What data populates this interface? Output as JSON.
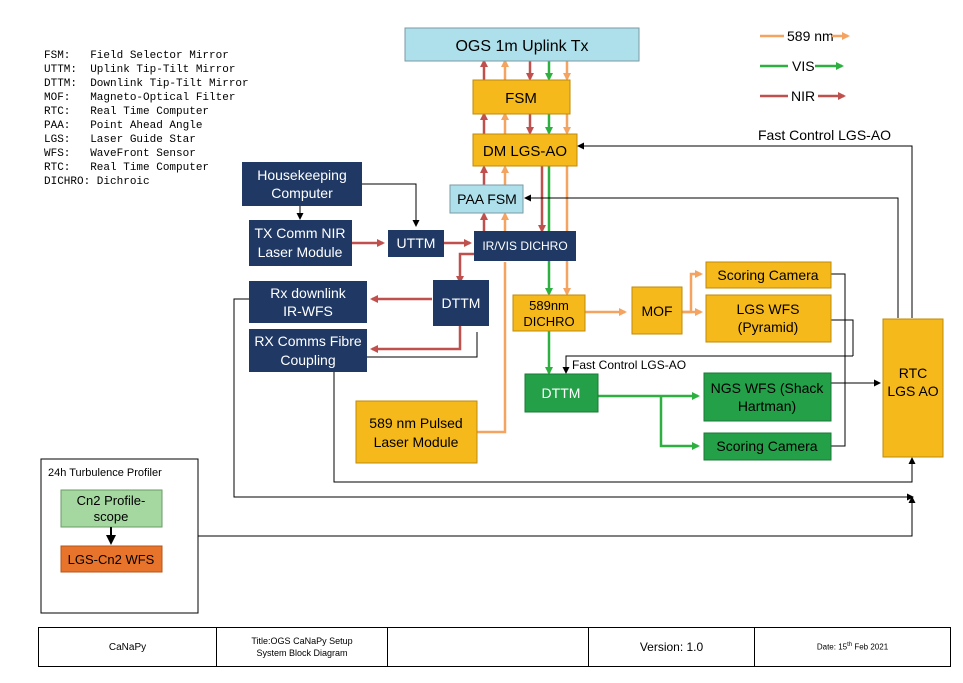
{
  "colors": {
    "orange_line": "#F4A460",
    "green_line": "#2DB040",
    "red_line": "#C0504D",
    "yellow_box": "#F5B91B",
    "navy_box": "#1F3864",
    "lightblue_box": "#AEE0EB",
    "green_box": "#24A049",
    "light_green_box": "#A4D8A0",
    "orange_box": "#E8732A"
  },
  "abbreviations": [
    "FSM:   Field Selector Mirror",
    "UTTM:  Uplink Tip-Tilt Mirror",
    "DTTM:  Downlink Tip-Tilt Mirror",
    "MOF:   Magneto-Optical Filter",
    "RTC:   Real Time Computer",
    "PAA:   Point Ahead Angle",
    "LGS:   Laser Guide Star",
    "WFS:   WaveFront Sensor",
    "RTC:   Real Time Computer",
    "DICHRO: Dichroic"
  ],
  "legend": {
    "l589": "589 nm",
    "vis": "VIS",
    "nir": "NIR"
  },
  "boxes": {
    "ogs": "OGS 1m  Uplink Tx",
    "fsm": "FSM",
    "dm": "DM LGS-AO",
    "paa": "PAA FSM",
    "housekeeping": [
      "Housekeeping",
      "Computer"
    ],
    "txcomm": [
      "TX Comm NIR",
      "Laser Module"
    ],
    "uttm": "UTTM",
    "irvis": "IR/VIS DICHRO",
    "rxdown": [
      "Rx downlink",
      "IR-WFS"
    ],
    "dttm_navy": "DTTM",
    "rxcomms": [
      "RX Comms Fibre",
      "Coupling"
    ],
    "dichro589": [
      "589nm",
      "DICHRO"
    ],
    "mof": "MOF",
    "scoring1": "Scoring Camera",
    "lgswfs": [
      "LGS WFS",
      "(Pyramid)"
    ],
    "rtc": [
      "RTC",
      "LGS AO"
    ],
    "dttm_green": "DTTM",
    "ngswfs": [
      "NGS WFS (Shack",
      "Hartman)"
    ],
    "scoring2": "Scoring Camera",
    "pulsed": [
      "589 nm Pulsed",
      "Laser Module"
    ],
    "profiler_title": "24h Turbulence Profiler",
    "cn2scope": [
      "Cn2 Profile-",
      "scope"
    ],
    "lgscn2": "LGS-Cn2 WFS"
  },
  "labels": {
    "fast_control_top": "Fast Control LGS-AO",
    "fast_control_mid": "Fast Control LGS-AO"
  },
  "footer": {
    "project": "CaNaPy",
    "title_line1": "Title:OGS CaNaPy  Setup",
    "title_line2": "System Block Diagram",
    "blank": "",
    "version": "Version: 1.0",
    "date_prefix": "Date: 15",
    "date_sup": "th",
    "date_suffix": " Feb 2021"
  }
}
